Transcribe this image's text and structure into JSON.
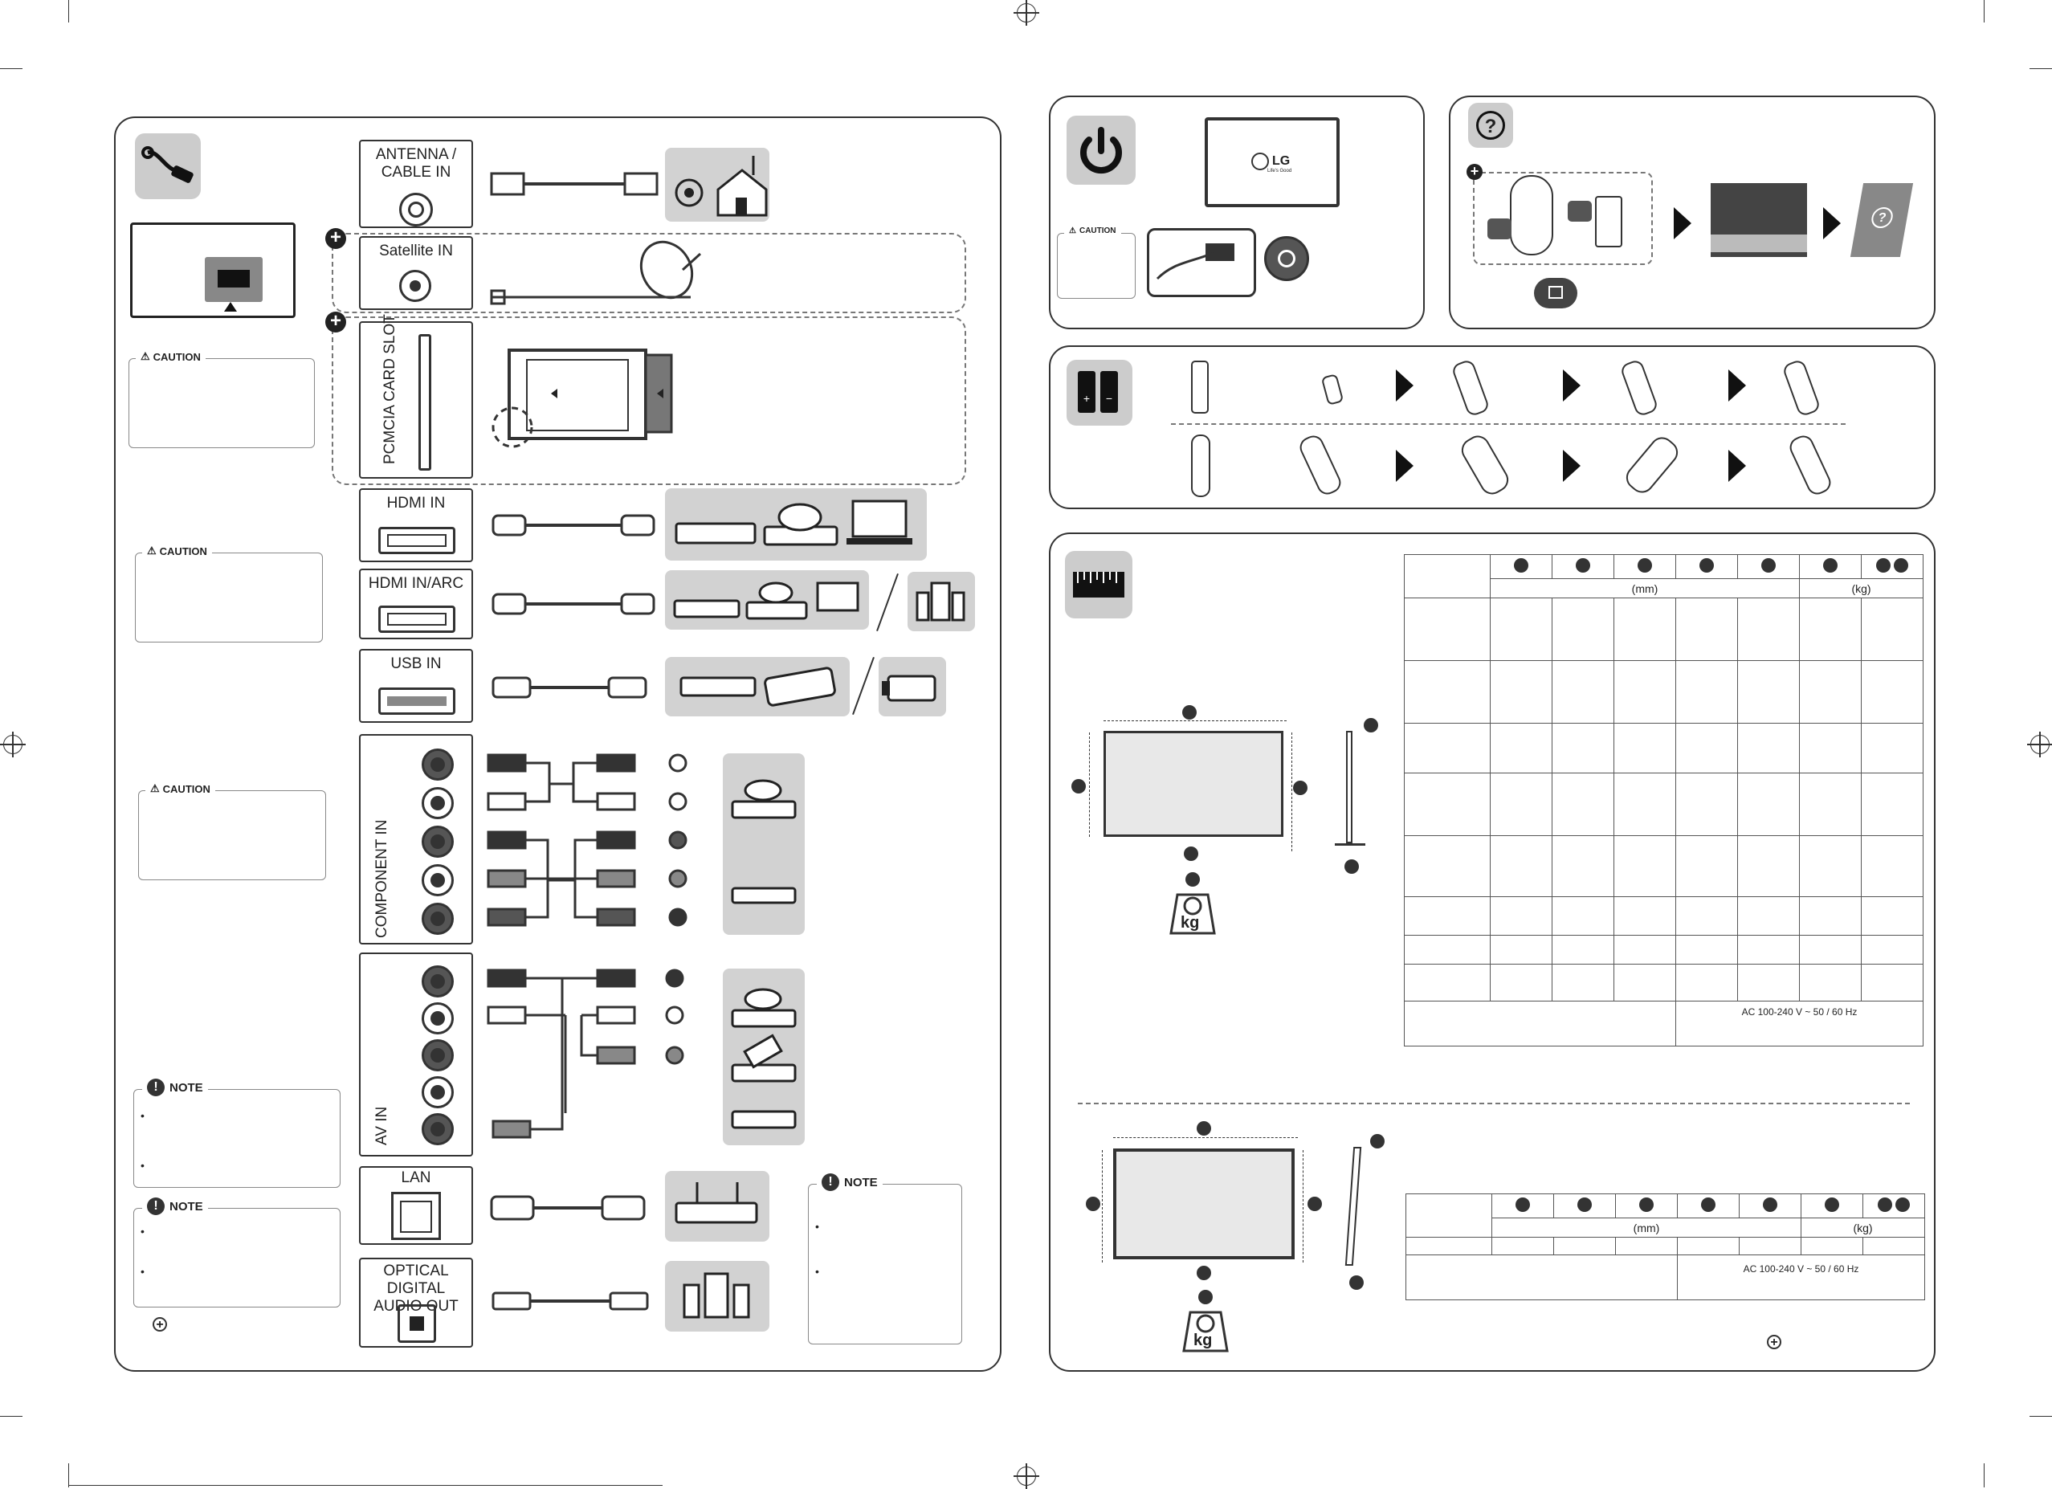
{
  "ports": {
    "antenna": "ANTENNA / CABLE IN",
    "satellite": "Satellite IN",
    "pcmcia": "PCMCIA CARD SLOT",
    "hdmi": "HDMI IN",
    "hdmi_arc": "HDMI IN/ARC",
    "usb": "USB IN",
    "component": "COMPONENT IN",
    "av": "AV IN",
    "lan": "LAN",
    "optical": "OPTICAL DIGITAL AUDIO OUT"
  },
  "caution_label": "CAUTION",
  "note_label": "NOTE",
  "tv_brand": "LG",
  "tv_tagline": "Life's Good",
  "spec_table": {
    "unit_mm": "(mm)",
    "unit_kg": "(kg)",
    "power": "AC 100-240 V ~ 50 / 60 Hz"
  },
  "spec_table2": {
    "unit_mm": "(mm)",
    "unit_kg": "(kg)",
    "power": "AC 100-240 V ~ 50 / 60 Hz"
  },
  "weight_unit": "kg",
  "battery_plus": "+",
  "battery_minus": "−",
  "colors": {
    "stroke": "#333333",
    "device_bg": "#d2d2d2",
    "icon_bg": "#cccccc"
  }
}
